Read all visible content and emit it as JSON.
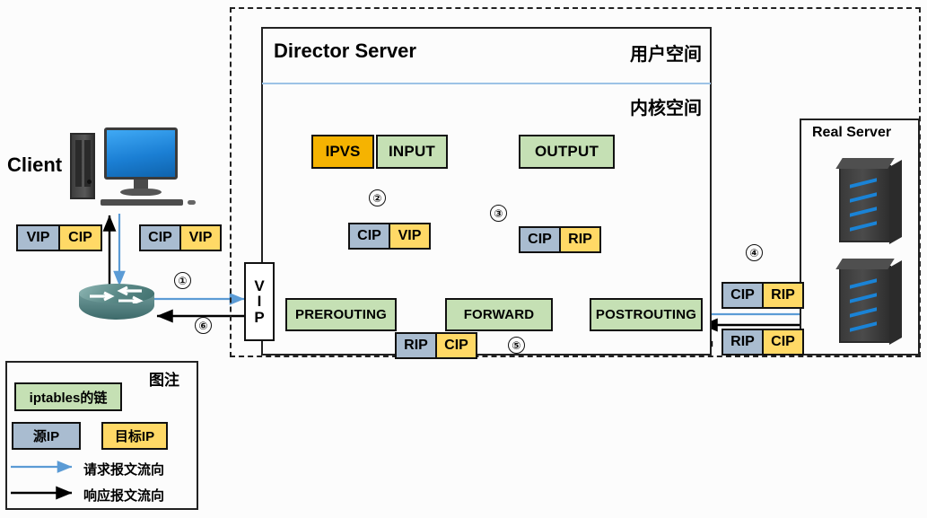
{
  "diagram": {
    "title": "LVS-NAT packet flow",
    "outer_frame": "dashed-boundary"
  },
  "client": {
    "label": "Client",
    "icon": "desktop-computer-icon"
  },
  "router": {
    "icon": "router-icon"
  },
  "director": {
    "title": "Director Server",
    "user_space_label": "用户空间",
    "kernel_space_label": "内核空间",
    "vip_strip": [
      "V",
      "I",
      "P"
    ],
    "ipvs_label": "IPVS",
    "chains": [
      {
        "name": "INPUT",
        "label": "INPUT"
      },
      {
        "name": "OUTPUT",
        "label": "OUTPUT"
      },
      {
        "name": "PREROUTING",
        "label": "PREROUTING"
      },
      {
        "name": "FORWARD",
        "label": "FORWARD"
      },
      {
        "name": "POSTROUTING",
        "label": "POSTROUTING"
      }
    ]
  },
  "real_server": {
    "title": "Real Server",
    "icon": "server-tower-icon",
    "count": 2
  },
  "packets": [
    {
      "id": "client-resp",
      "src": "VIP",
      "dst": "CIP"
    },
    {
      "id": "client-req",
      "src": "CIP",
      "dst": "VIP"
    },
    {
      "id": "prerouting-in",
      "src": "CIP",
      "dst": "VIP"
    },
    {
      "id": "postrouting",
      "src": "CIP",
      "dst": "RIP"
    },
    {
      "id": "rs-in",
      "src": "CIP",
      "dst": "RIP"
    },
    {
      "id": "rs-out",
      "src": "RIP",
      "dst": "CIP"
    },
    {
      "id": "return-low",
      "src": "RIP",
      "dst": "CIP"
    }
  ],
  "steps": [
    {
      "n": "①"
    },
    {
      "n": "②"
    },
    {
      "n": "③"
    },
    {
      "n": "④"
    },
    {
      "n": "⑤"
    },
    {
      "n": "⑥"
    }
  ],
  "legend": {
    "title": "图注",
    "chain_label": "iptables的链",
    "src_ip_label": "源IP",
    "dst_ip_label": "目标IP",
    "request_flow_label": "请求报文流向",
    "response_flow_label": "响应报文流向"
  },
  "colors": {
    "chain_green": "#c5e0b4",
    "ipvs_amber": "#f5b301",
    "src_grey": "#a9bcd0",
    "dst_yellow": "#ffd966",
    "request_arrow": "#5b9bd5",
    "response_arrow": "#000000",
    "divider_blue": "#9dc3e6"
  }
}
